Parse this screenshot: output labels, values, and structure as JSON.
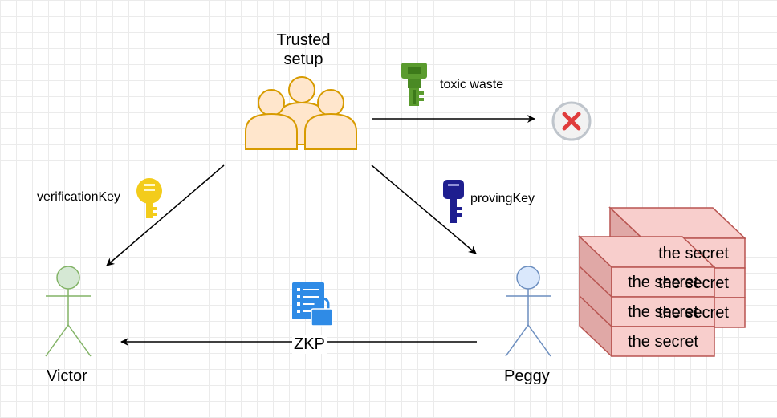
{
  "trusted_setup": {
    "label_line1": "Trusted",
    "label_line2": "setup"
  },
  "toxic_waste": {
    "label": "toxic waste",
    "icon": "key-icon",
    "icon_color": "#5a9b2e"
  },
  "discard": {
    "icon": "x-circle-icon",
    "color": "#e03c3c"
  },
  "verification_key": {
    "label": "verificationKey",
    "icon": "key-icon",
    "icon_color": "#f3cc1b"
  },
  "proving_key": {
    "label": "provingKey",
    "icon": "key-icon",
    "icon_color": "#1e1e8f"
  },
  "victor": {
    "name": "Victor",
    "color": "#82b366"
  },
  "peggy": {
    "name": "Peggy",
    "color": "#6c8ebf"
  },
  "zkp": {
    "label": "ZKP",
    "icon": "document-lock-icon",
    "icon_color": "#2f8be6"
  },
  "secrets": [
    "the secret",
    "the secret",
    "the secret",
    "the secret",
    "the secret",
    "the secret"
  ]
}
